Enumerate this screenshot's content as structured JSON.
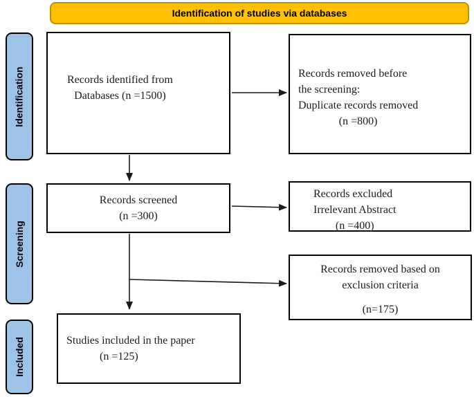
{
  "header": {
    "title": "Identification of studies via databases"
  },
  "sidebar": {
    "stages": [
      {
        "label": "Identification"
      },
      {
        "label": "Screening"
      },
      {
        "label": "Included"
      }
    ]
  },
  "boxes": {
    "identified": {
      "line1": "Records identified from",
      "line2": "Databases (n =1500)"
    },
    "removed_before": {
      "line1": "Records removed before",
      "line2": "the screening:",
      "line3": "Duplicate records removed",
      "line4": "(n =800)"
    },
    "screened": {
      "line1": "Records screened",
      "line2": "(n =300)"
    },
    "excluded": {
      "line1": "Records excluded",
      "line2": "Irrelevant Abstract",
      "line3": "(n =400)"
    },
    "removed_exclusion": {
      "line1": "Records removed based on",
      "line2": "exclusion criteria",
      "line3": "(n=175)"
    },
    "included": {
      "line1": "Studies included in the paper",
      "line2": "(n =125)"
    }
  },
  "colors": {
    "header_bg": "#FFC000",
    "header_border": "#BF9000",
    "stage_bg": "#9DC3E6",
    "stage_border": "#000000",
    "box_bg": "#FFFFFF",
    "box_border": "#000000",
    "arrow": "#1a1a1a"
  }
}
